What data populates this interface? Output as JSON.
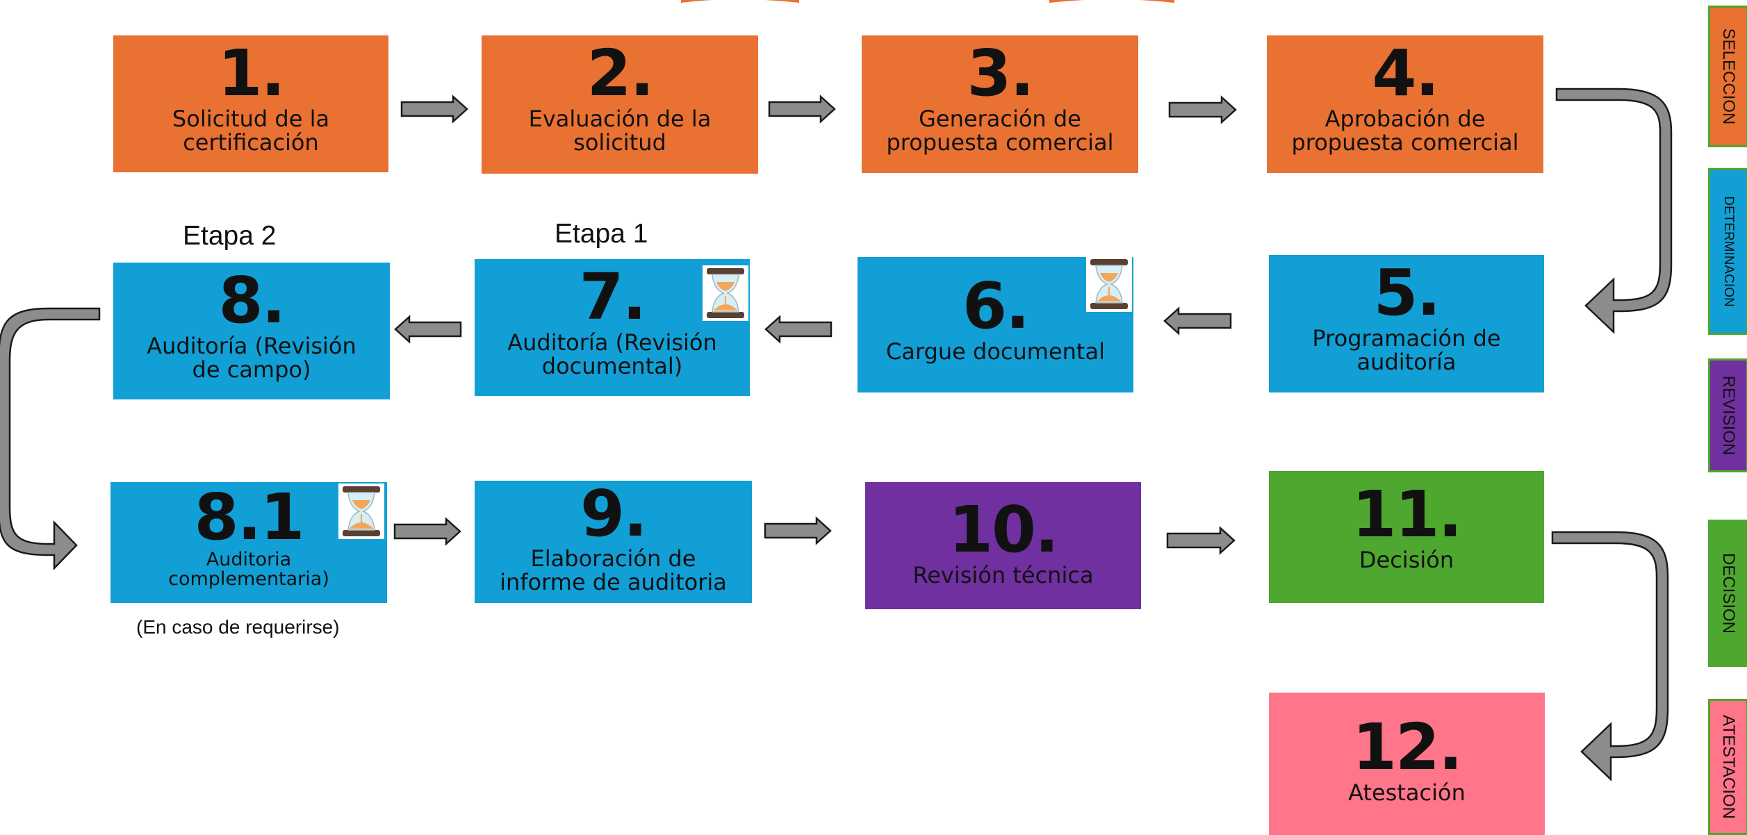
{
  "steps": [
    {
      "id": "s1",
      "number": "1.",
      "label": [
        "Solicitud de la",
        "certificación"
      ]
    },
    {
      "id": "s2",
      "number": "2.",
      "label": [
        "Evaluación de la",
        "solicitud"
      ]
    },
    {
      "id": "s3",
      "number": "3.",
      "label": [
        "Generación de",
        "propuesta comercial"
      ]
    },
    {
      "id": "s4",
      "number": "4.",
      "label": [
        "Aprobación de",
        "propuesta comercial"
      ]
    },
    {
      "id": "s5",
      "number": "5.",
      "label": [
        "Programación de",
        "auditoría"
      ]
    },
    {
      "id": "s6",
      "number": "6.",
      "label": [
        "Cargue documental"
      ]
    },
    {
      "id": "s7",
      "number": "7.",
      "label": [
        "Auditoría (Revisión",
        "documental)"
      ]
    },
    {
      "id": "s8",
      "number": "8.",
      "label": [
        "Auditoría (Revisión",
        "de campo)"
      ]
    },
    {
      "id": "s81",
      "number": "8.1",
      "label": [
        "Auditoria",
        "complementaria)"
      ]
    },
    {
      "id": "s9",
      "number": "9.",
      "label": [
        "Elaboración de",
        "informe de auditoria"
      ]
    },
    {
      "id": "s10",
      "number": "10.",
      "label": [
        "Revisión técnica"
      ]
    },
    {
      "id": "s11",
      "number": "11.",
      "label": [
        "Decisión"
      ]
    },
    {
      "id": "s12",
      "number": "12.",
      "label": [
        "Atestación"
      ]
    }
  ],
  "stage_labels": {
    "etapa1": "Etapa 1",
    "etapa2": "Etapa 2"
  },
  "note": "(En caso de requerirse)",
  "side_tabs": [
    {
      "label": "SELECCION",
      "fill": "#E97132",
      "border": "#4EA72E"
    },
    {
      "label": "DETERMINACION",
      "fill": "#119FD6",
      "border": "#4EA72E"
    },
    {
      "label": "REVISION",
      "fill": "#7030A0",
      "border": "#4EA72E"
    },
    {
      "label": "DECISION",
      "fill": "#4EA72E",
      "border": "#4EA72E"
    },
    {
      "label": "ATESTACION",
      "fill": "#FF7589",
      "border": "#4EA72E"
    }
  ],
  "colors": {
    "selection": "#E97132",
    "determination": "#119FD6",
    "review": "#7030A0",
    "decision": "#4EA72E",
    "attestation": "#FF7589",
    "arrow_fill": "#8C8C8C",
    "arrow_stroke": "#1a1a1a"
  },
  "icons": {
    "hourglass": "hourglass-icon"
  }
}
